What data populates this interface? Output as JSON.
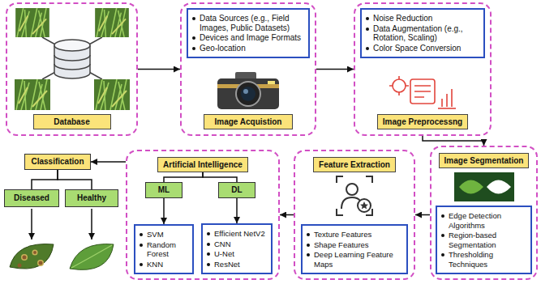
{
  "diagram": {
    "nodes": [
      {
        "text": [
          "Database"
        ]
      },
      {
        "text": [
          "Image Acquistion"
        ]
      },
      {
        "text": [
          "Data Sources (e.g., Field Images, Public Datasets)",
          "Devices and Image Formats",
          "Geo-location"
        ],
        "in": 1
      },
      {
        "text": [
          "Image Preprocessng"
        ]
      },
      {
        "text": [
          "Noise Reduction",
          "Data Augmentation (e.g., Rotation, Scaling)",
          "Color Space Conversion"
        ],
        "in": 3
      },
      {
        "text": [
          "Image Segmentation"
        ]
      },
      {
        "text": [
          "Edge Detection Algorithms",
          "Region-based Segmentation",
          "Thresholding Techniques"
        ],
        "in": 5
      },
      {
        "text": [
          "Feature Extraction"
        ]
      },
      {
        "text": [
          "Texture Features",
          "Shape Features",
          "Deep Learning Feature Maps"
        ],
        "in": 7
      },
      {
        "text": [
          "Artificial Intelligence"
        ]
      },
      {
        "text": [
          "ML"
        ],
        "in": 9
      },
      {
        "text": [
          "DL"
        ],
        "in": 9
      },
      {
        "text": [
          "SVM",
          "Random Forest",
          "KNN"
        ],
        "in": 9
      },
      {
        "text": [
          "Efficient NetV2",
          "CNN",
          "U-Net",
          "ResNet"
        ],
        "in": 9
      },
      {
        "text": [
          "Classification"
        ]
      },
      {
        "text": [
          "Diseased"
        ]
      },
      {
        "text": [
          "Healthy"
        ]
      }
    ],
    "edges": [
      {
        "from": 0,
        "to": 1,
        "arrow": "to"
      },
      {
        "from": 1,
        "to": 3,
        "arrow": "to"
      },
      {
        "from": 3,
        "to": 5,
        "arrow": "to"
      },
      {
        "from": 5,
        "to": 7,
        "arrow": "to"
      },
      {
        "from": 7,
        "to": 9,
        "arrow": "to"
      },
      {
        "from": 9,
        "to": 14,
        "arrow": "to"
      },
      {
        "from": 9,
        "to": 10,
        "arrow": "none"
      },
      {
        "from": 9,
        "to": 11,
        "arrow": "none"
      },
      {
        "from": 10,
        "to": 12,
        "arrow": "to"
      },
      {
        "from": 11,
        "to": 13,
        "arrow": "to"
      },
      {
        "from": 14,
        "to": 15,
        "arrow": "none"
      },
      {
        "from": 14,
        "to": 16,
        "arrow": "none"
      }
    ]
  }
}
